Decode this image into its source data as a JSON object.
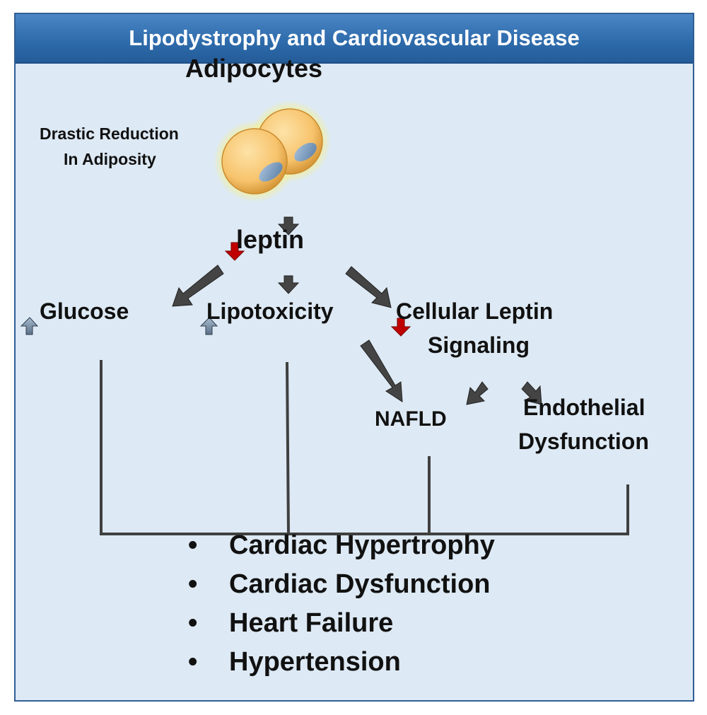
{
  "header": {
    "title": "Lipodystrophy and Cardiovascular Disease"
  },
  "adipocytes": {
    "title": "Adipocytes",
    "note_line1": "Drastic Reduction",
    "note_line2": "In Adiposity"
  },
  "leptin": {
    "label": "leptin",
    "indicator": "down-arrow",
    "indicator_color": "#c00000"
  },
  "effects": {
    "glucose": {
      "label": "Glucose",
      "indicator": "up-arrow"
    },
    "lipotoxicity": {
      "label": "Lipotoxicity",
      "indicator": "up-arrow"
    },
    "cellular_leptin": {
      "line1": "Cellular Leptin",
      "line2": "Signaling",
      "indicator": "down-arrow"
    }
  },
  "downstream": {
    "nafld": "NAFLD",
    "endothelial_line1": "Endothelial",
    "endothelial_line2": "Dysfunction"
  },
  "outcomes": {
    "bullet": "•",
    "items": [
      "Cardiac Hypertrophy",
      "Cardiac Dysfunction",
      "Heart Failure",
      "Hypertension"
    ]
  },
  "colors": {
    "header": "#2d6aaa",
    "panel": "#dde9f4",
    "border": "#2f5f93",
    "arrow": "#404040",
    "up_indicator": "#7f93a8",
    "down_indicator": "#c00000",
    "cell": "#f7c36c"
  }
}
